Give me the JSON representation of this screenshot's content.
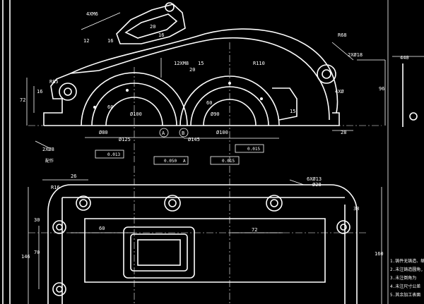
{
  "dims": {
    "thread_top": "4XM6",
    "d20": "20",
    "d16": "16",
    "d16b": "16",
    "d12": "12",
    "r68": "R68",
    "twok18": "2XØ18",
    "d440": "440",
    "tapped": "12XM8",
    "d15": "15",
    "d20b": "20",
    "r110": "R110",
    "r85": "R85",
    "d72": "72",
    "d16l": "16",
    "d96": "96",
    "d4x": "4XØ",
    "d60a": "60",
    "d60b": "60",
    "d100a": "Ø100",
    "d90": "Ø90",
    "d80": "Ø80",
    "d125": "Ø125",
    "dA": "A",
    "dB": "B",
    "d100b": "Ø100",
    "d145": "Ø145",
    "d28": "28",
    "d15b": "15",
    "twox8": "2XØ8",
    "note_small": "配作",
    "tol1": "0.013",
    "tol2": "0.015",
    "tol3": "0.050",
    "tol3ref": "A",
    "tol4": "0.015",
    "d26": "26",
    "r16": "R16",
    "sixx13": "6XØ13",
    "d28b": "Ø28",
    "d30": "30",
    "d60c": "60",
    "d72b": "72",
    "d146": "146",
    "d70": "70",
    "d160": "160",
    "d38": "38",
    "note1": "1.铸件无铸造、缩",
    "note2": "2.未注铸造圆角,",
    "note3": "3.未注倒角为",
    "note4": "4.未注尺寸公差",
    "note5": "5.其余加工表面"
  }
}
